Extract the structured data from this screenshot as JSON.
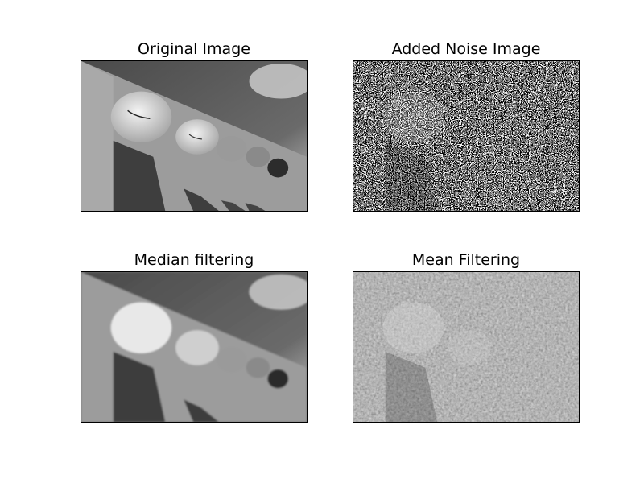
{
  "figure": {
    "panels": [
      {
        "id": "original",
        "title": "Original Image"
      },
      {
        "id": "noise",
        "title": "Added Noise Image"
      },
      {
        "id": "median",
        "title": "Median filtering"
      },
      {
        "id": "mean",
        "title": "Mean Filtering"
      }
    ]
  }
}
